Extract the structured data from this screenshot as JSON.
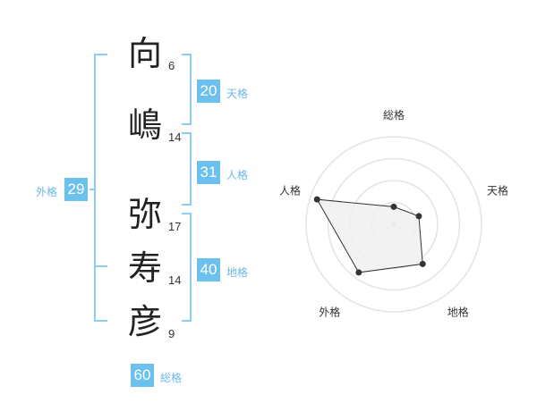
{
  "colors": {
    "accent": "#6cc0ee",
    "bracket": "#8ecdf3",
    "label": "#6cb8e8",
    "text": "#222222"
  },
  "name": {
    "characters": [
      {
        "char": "向",
        "strokes": "6"
      },
      {
        "char": "嶋",
        "strokes": "14"
      },
      {
        "char": "弥",
        "strokes": "17"
      },
      {
        "char": "寿",
        "strokes": "14"
      },
      {
        "char": "彦",
        "strokes": "9"
      }
    ]
  },
  "kakusu": {
    "tenkaku": {
      "value": "20",
      "label": "天格"
    },
    "jinkaku": {
      "value": "31",
      "label": "人格"
    },
    "chikaku": {
      "value": "40",
      "label": "地格"
    },
    "gaikaku": {
      "value": "29",
      "label": "外格"
    },
    "soukaku": {
      "value": "60",
      "label": "総格"
    }
  },
  "chart_data": {
    "type": "radar",
    "axes": [
      "総格",
      "天格",
      "地格",
      "外格",
      "人格"
    ],
    "values": [
      1,
      1.5,
      2.8,
      3.4,
      4.6
    ],
    "range": [
      0,
      5
    ],
    "rings": 4,
    "grid": true,
    "fill_color": "#f0f0f0",
    "line_color": "#333333",
    "point_color": "#333333"
  }
}
